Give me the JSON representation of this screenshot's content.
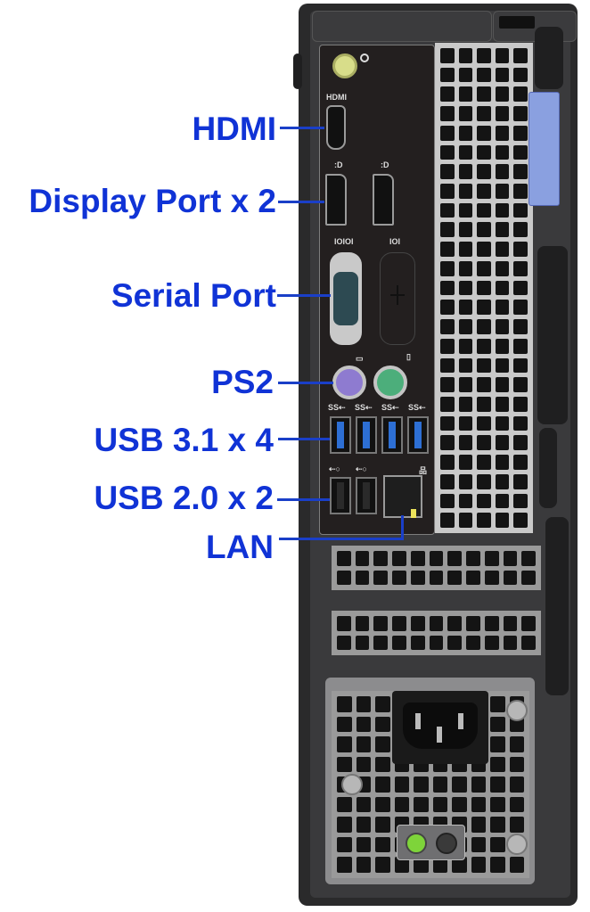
{
  "diagram": {
    "title": "Rear I/O panel of small-form-factor desktop PC",
    "label_color": "#1033d6",
    "leader_color": "#1a3fc8",
    "labels": [
      {
        "id": "hdmi",
        "text": "HDMI"
      },
      {
        "id": "displayport",
        "text": "Display Port x 2"
      },
      {
        "id": "serial",
        "text": "Serial Port"
      },
      {
        "id": "ps2",
        "text": "PS2"
      },
      {
        "id": "usb31",
        "text": "USB 3.1 x 4"
      },
      {
        "id": "usb20",
        "text": "USB 2.0 x 2"
      },
      {
        "id": "lan",
        "text": "LAN"
      }
    ],
    "panel_icons": {
      "hdmi": "HDMI",
      "serial_left": "IOIOI",
      "serial_right": "IOI"
    },
    "components": {
      "audio_out": "headphone-jack",
      "hdmi_ports": 1,
      "displayport_ports": 2,
      "serial_ports": 1,
      "ps2_ports": [
        {
          "device": "keyboard",
          "color": "#8e7bd0"
        },
        {
          "device": "mouse",
          "color": "#4cae7b"
        }
      ],
      "usb31_ports": 4,
      "usb20_ports": 2,
      "lan_ports": 1,
      "power_socket": "IEC C14",
      "psu_leds": [
        "#7ed43a",
        "#3a3a3a"
      ]
    },
    "colors": {
      "chassis": "#2a2a2b",
      "io_panel": "#231f1f",
      "grill": "#c9c9c9",
      "blue_latch": "#8aa0e0",
      "usb3_blue": "#2d6fd4"
    }
  }
}
